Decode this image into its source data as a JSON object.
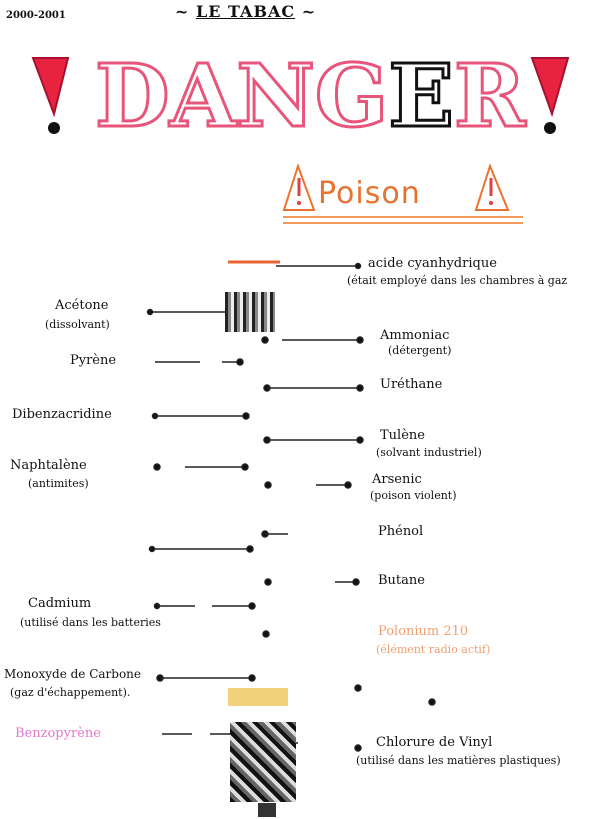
{
  "header": {
    "date": "2000-2001",
    "title": "LE TABAC"
  },
  "banner": {
    "word": "DANGER",
    "letters": [
      "D",
      "A",
      "N",
      "G",
      "E",
      "R"
    ],
    "letter_colors": [
      "#e8557a",
      "#e8557a",
      "#e8557a",
      "#e8557a",
      "#111111",
      "#e8557a"
    ],
    "exclamation": "!"
  },
  "poison": {
    "label": "Poison",
    "warning_glyph": "!",
    "color": "#e8732f"
  },
  "left_items": [
    {
      "name": "Acétone",
      "sub": "(dissolvant)"
    },
    {
      "name": "Pyrène",
      "sub": ""
    },
    {
      "name": "Dibenzacridine",
      "sub": ""
    },
    {
      "name": "Naphtalène",
      "sub": "(antimites)"
    },
    {
      "name": "Cadmium",
      "sub": "(utilisé dans les batteries"
    },
    {
      "name": "Monoxyde de Carbone",
      "sub": "(gaz d'échappement)."
    },
    {
      "name": "Benzopyrène",
      "sub": ""
    }
  ],
  "right_items": [
    {
      "name": "acide cyanhydrique",
      "sub": "(était employé dans les chambres à gaz"
    },
    {
      "name": "Ammoniac",
      "sub": "(détergent)"
    },
    {
      "name": "Uréthane",
      "sub": ""
    },
    {
      "name": "Tulène",
      "sub": "(solvant industriel)"
    },
    {
      "name": "Arsenic",
      "sub": "(poison violent)"
    },
    {
      "name": "Phénol",
      "sub": ""
    },
    {
      "name": "Butane",
      "sub": ""
    },
    {
      "name": "Polonium 210",
      "sub": "(élément radio actif)"
    },
    {
      "name": "Chlorure de Vinyl",
      "sub": "(utilisé dans les matières plastiques)"
    }
  ],
  "colors": {
    "pink": "#e8557a",
    "orange_label": "#f0a070",
    "benzopyrene": "#e07ad0"
  }
}
